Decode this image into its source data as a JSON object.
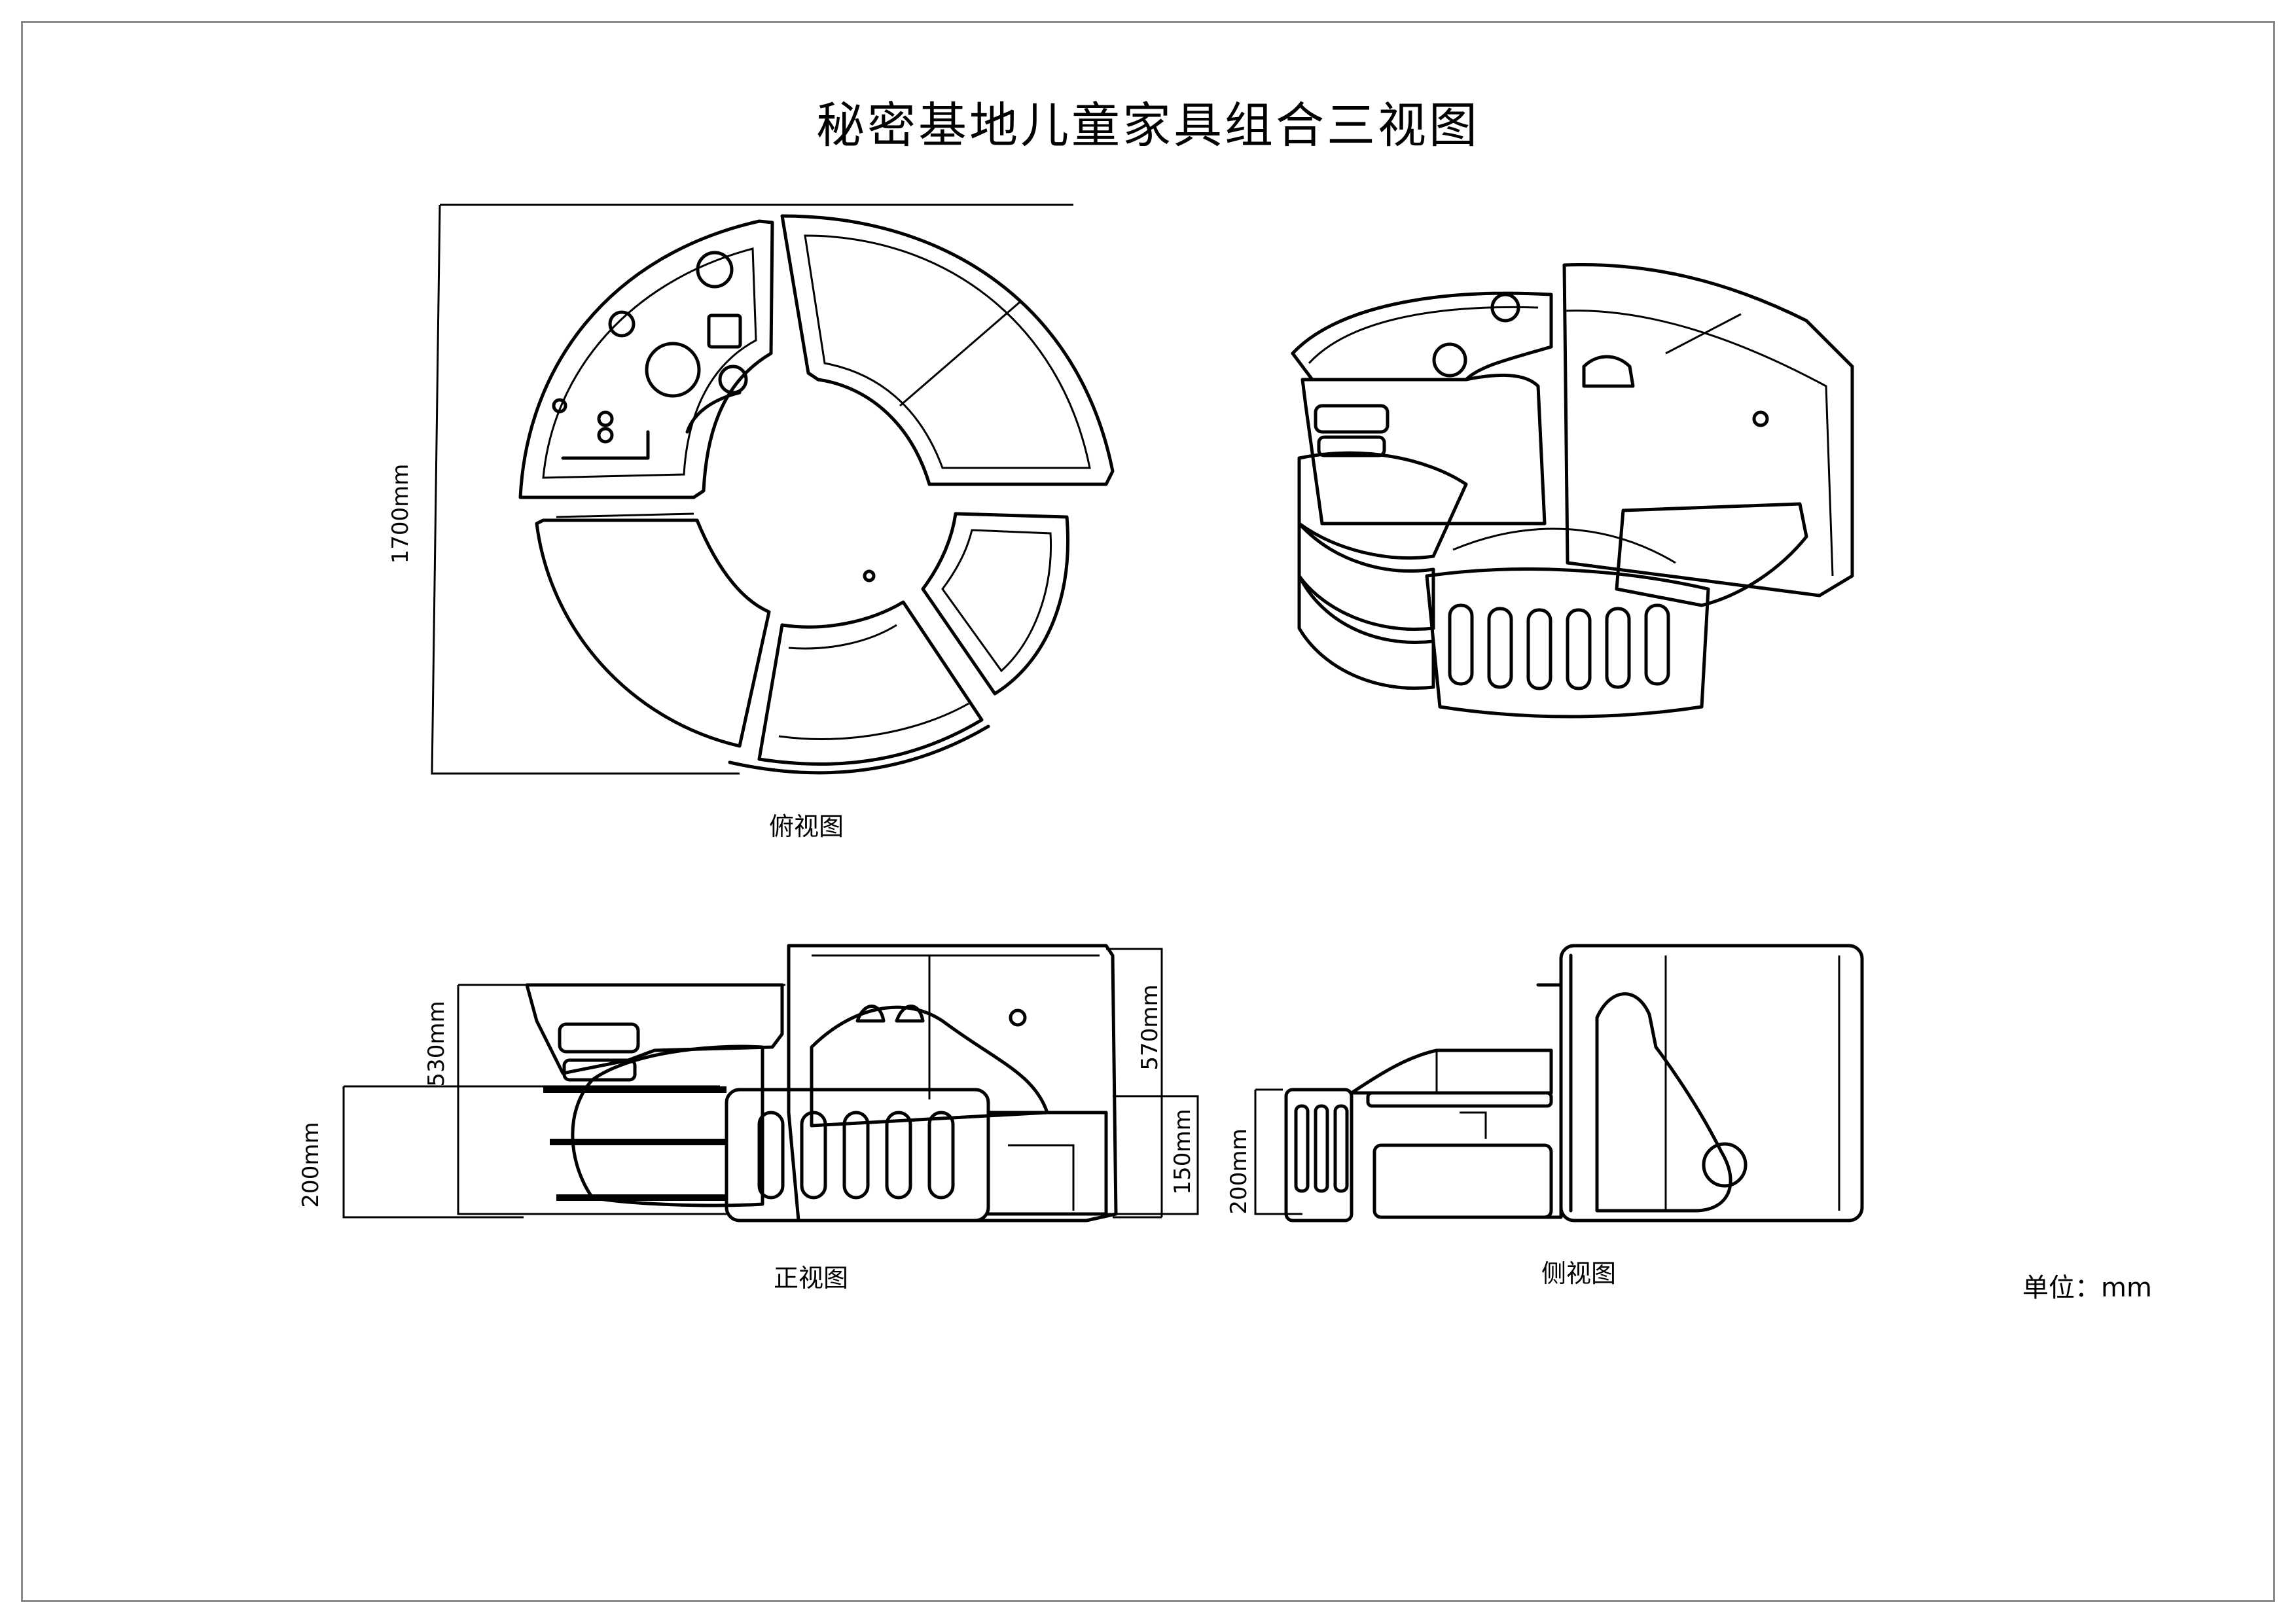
{
  "title": "秘密基地儿童家具组合三视图",
  "views": {
    "top_caption": "俯视图",
    "front_caption": "正视图",
    "side_caption": "侧视图"
  },
  "dimensions": {
    "top_width": "1700mm",
    "front_left_height": "530mm",
    "front_seat_height": "200mm",
    "front_right_height": "570mm",
    "front_step_height": "150mm",
    "side_seat_height": "200mm"
  },
  "unit_label": "单位：mm"
}
